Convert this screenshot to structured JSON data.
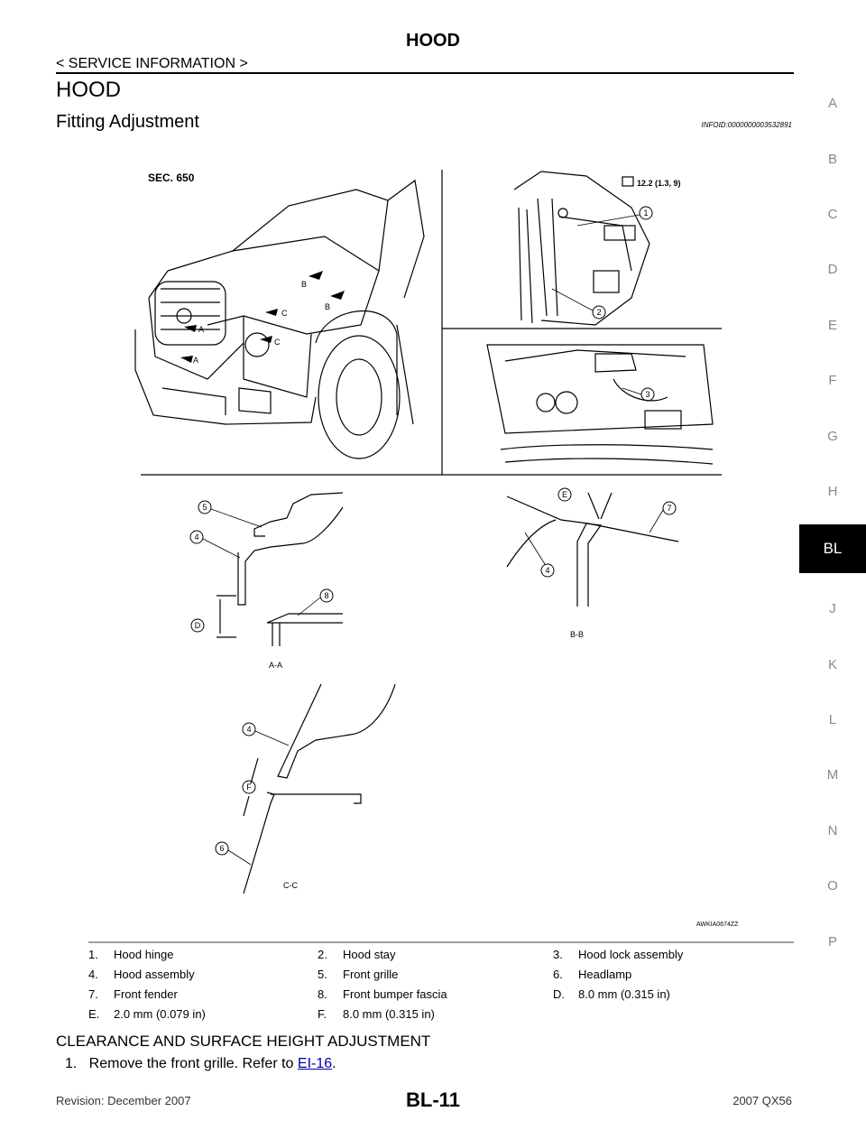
{
  "header": {
    "title": "HOOD",
    "breadcrumb": "< SERVICE INFORMATION >"
  },
  "section_title": "HOOD",
  "subsection_title": "Fitting Adjustment",
  "info_id": "INFOID:0000000003532891",
  "side_tabs": [
    "A",
    "B",
    "C",
    "D",
    "E",
    "F",
    "G",
    "H",
    "BL",
    "J",
    "K",
    "L",
    "M",
    "N",
    "O",
    "P"
  ],
  "active_tab": "BL",
  "figure": {
    "sec_label": "SEC. 650",
    "torque": "12.2 (1.3, 9)",
    "figure_id": "AWKIA0674ZZ",
    "view_labels": {
      "aa": "A-A",
      "bb": "B-B",
      "cc": "C-C"
    },
    "callouts": [
      "1",
      "2",
      "3",
      "4",
      "5",
      "6",
      "7",
      "8",
      "D",
      "E",
      "F"
    ],
    "arrow_letters": [
      "A",
      "A",
      "B",
      "B",
      "C",
      "C"
    ]
  },
  "legend": [
    [
      {
        "num": "1.",
        "text": "Hood hinge"
      },
      {
        "num": "2.",
        "text": "Hood stay"
      },
      {
        "num": "3.",
        "text": "Hood lock assembly"
      }
    ],
    [
      {
        "num": "4.",
        "text": "Hood assembly"
      },
      {
        "num": "5.",
        "text": "Front grille"
      },
      {
        "num": "6.",
        "text": "Headlamp"
      }
    ],
    [
      {
        "num": "7.",
        "text": "Front fender"
      },
      {
        "num": "8.",
        "text": "Front bumper fascia"
      },
      {
        "num": "D.",
        "text": "8.0 mm (0.315 in)"
      }
    ],
    [
      {
        "num": "E.",
        "text": "2.0 mm (0.079 in)"
      },
      {
        "num": "F.",
        "text": "8.0 mm (0.315 in)"
      }
    ]
  ],
  "adjustment_title": "CLEARANCE AND SURFACE HEIGHT ADJUSTMENT",
  "step1": {
    "prefix": "1.   Remove the front grille. Refer to ",
    "link": "EI-16",
    "suffix": "."
  },
  "footer": {
    "revision": "Revision: December 2007",
    "page": "BL-11",
    "model": "2007 QX56"
  }
}
